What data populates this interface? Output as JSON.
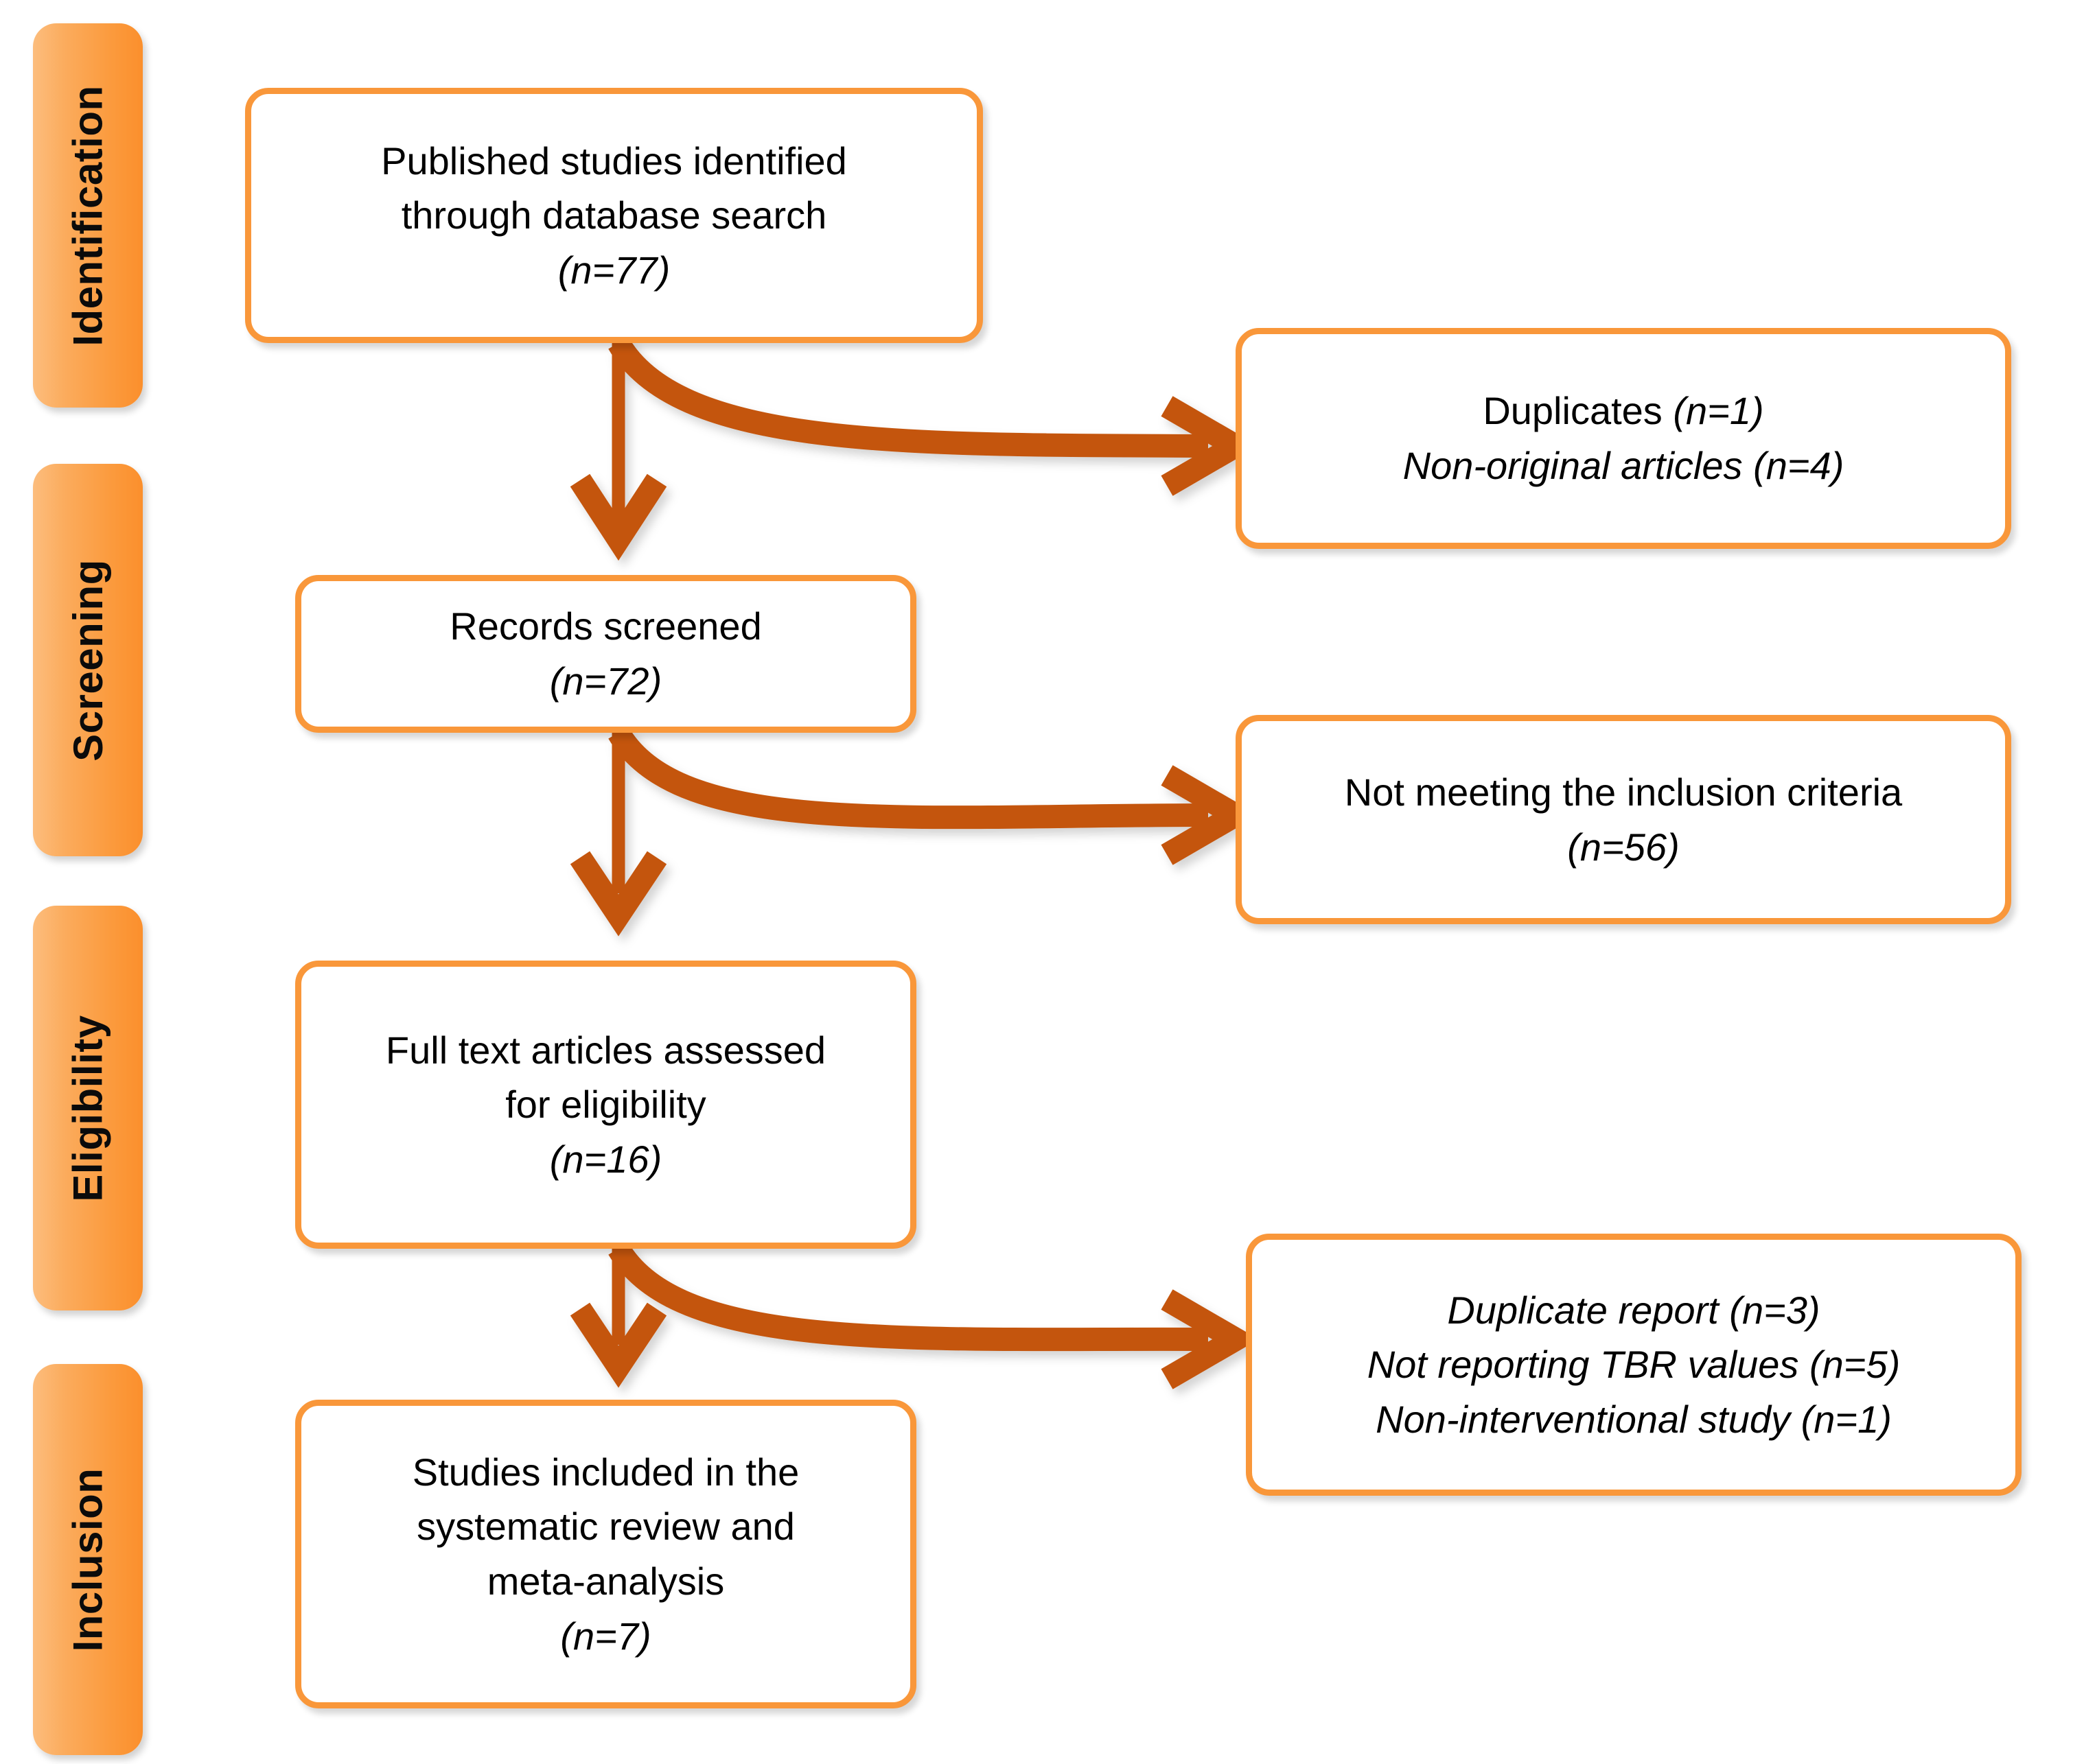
{
  "diagram": {
    "title": "PRISMA study selection flow diagram",
    "colors": {
      "box_border": "#f9973a",
      "arrow": "#c4550c",
      "tab_gradient_start": "#fcbd7d",
      "tab_gradient_end": "#fb8f2c",
      "text": "#000000",
      "background": "#ffffff"
    }
  },
  "stages": [
    {
      "label": "Identification"
    },
    {
      "label": "Screening"
    },
    {
      "label": "Eligibility"
    },
    {
      "label": "Inclusion"
    }
  ],
  "main_boxes": [
    {
      "id": "identified",
      "lines": [
        {
          "text": "Published studies identified",
          "italic": false
        },
        {
          "text": "through database search",
          "italic": false
        },
        {
          "text": "(n=77)",
          "italic": true
        }
      ],
      "count": 77
    },
    {
      "id": "screened",
      "lines": [
        {
          "text": "Records screened",
          "italic": false
        },
        {
          "text": "(n=72)",
          "italic": true
        }
      ],
      "count": 72
    },
    {
      "id": "full-text",
      "lines": [
        {
          "text": "Full text articles assessed",
          "italic": false
        },
        {
          "text": "for eligibility",
          "italic": false
        },
        {
          "text": "(n=16)",
          "italic": true
        }
      ],
      "count": 16
    },
    {
      "id": "included",
      "lines": [
        {
          "text": "Studies included in the",
          "italic": false
        },
        {
          "text": "systematic review and",
          "italic": false
        },
        {
          "text": "meta-analysis",
          "italic": false
        },
        {
          "text": "(n=7)",
          "italic": true
        }
      ],
      "count": 7
    }
  ],
  "exclusion_boxes": [
    {
      "id": "excluded-identification",
      "lines": [
        {
          "text": "Duplicates ",
          "italic": false,
          "tail": "(n=1)",
          "tail_italic": true
        },
        {
          "text": "Non-original articles (n=4)",
          "italic": true
        }
      ]
    },
    {
      "id": "excluded-screening",
      "lines": [
        {
          "text": "Not meeting the inclusion criteria",
          "italic": false
        },
        {
          "text": "(n=56)",
          "italic": true
        }
      ]
    },
    {
      "id": "excluded-eligibility",
      "lines": [
        {
          "text": "Duplicate report (n=3)",
          "italic": true
        },
        {
          "text": "Not reporting TBR values (n=5)",
          "italic": true
        },
        {
          "text": "Non-interventional study (n=1)",
          "italic": true
        }
      ]
    }
  ],
  "connectors": [
    {
      "id": "down-arrow-1",
      "from": "identified",
      "to": "screened",
      "kind": "straight-down"
    },
    {
      "id": "curve-arrow-1",
      "from": "identified",
      "to": "excluded-identification",
      "kind": "curve-right"
    },
    {
      "id": "down-arrow-2",
      "from": "screened",
      "to": "full-text",
      "kind": "straight-down"
    },
    {
      "id": "curve-arrow-2",
      "from": "screened",
      "to": "excluded-screening",
      "kind": "curve-right"
    },
    {
      "id": "down-arrow-3",
      "from": "full-text",
      "to": "included",
      "kind": "straight-down"
    },
    {
      "id": "curve-arrow-3",
      "from": "full-text",
      "to": "excluded-eligibility",
      "kind": "curve-right"
    }
  ]
}
